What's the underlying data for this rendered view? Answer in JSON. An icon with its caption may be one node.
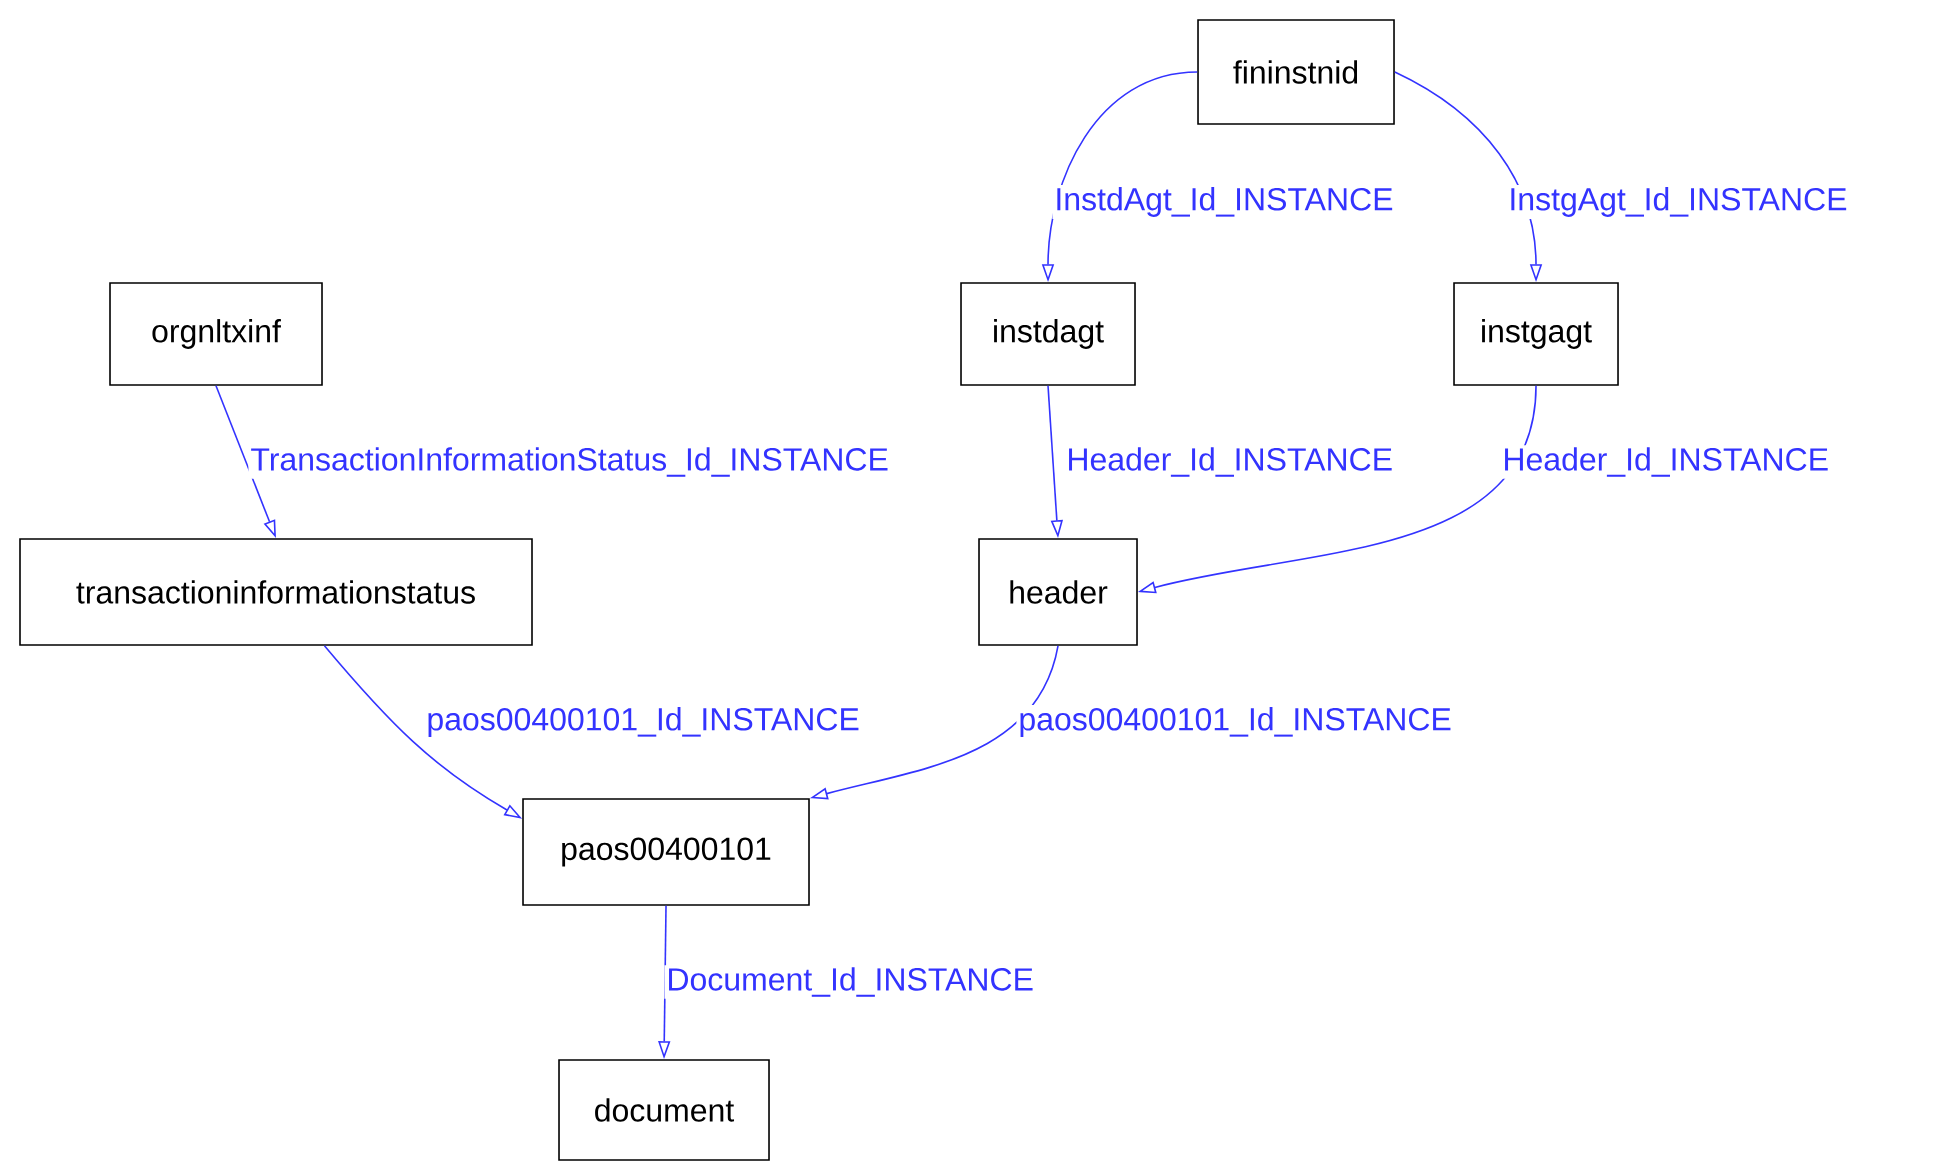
{
  "diagram": {
    "nodes": [
      {
        "text": [
          "fininstnid"
        ]
      },
      {
        "text": [
          "orgnltxinf"
        ]
      },
      {
        "text": [
          "instdagt"
        ]
      },
      {
        "text": [
          "instgagt"
        ]
      },
      {
        "text": [
          "transactioninformationstatus"
        ]
      },
      {
        "text": [
          "header"
        ]
      },
      {
        "text": [
          "paos00400101"
        ]
      },
      {
        "text": [
          "document"
        ]
      }
    ],
    "edges": [
      {
        "from": 0,
        "to": 2,
        "arrow": "to",
        "label": "InstdAgt_Id_INSTANCE"
      },
      {
        "from": 0,
        "to": 3,
        "arrow": "to",
        "label": "InstgAgt_Id_INSTANCE"
      },
      {
        "from": 1,
        "to": 4,
        "arrow": "to",
        "label": "TransactionInformationStatus_Id_INSTANCE"
      },
      {
        "from": 2,
        "to": 5,
        "arrow": "to",
        "label": "Header_Id_INSTANCE"
      },
      {
        "from": 3,
        "to": 5,
        "arrow": "to",
        "label": "Header_Id_INSTANCE"
      },
      {
        "from": 4,
        "to": 6,
        "arrow": "to",
        "label": "paos00400101_Id_INSTANCE"
      },
      {
        "from": 5,
        "to": 6,
        "arrow": "to",
        "label": "paos00400101_Id_INSTANCE"
      },
      {
        "from": 6,
        "to": 7,
        "arrow": "to",
        "label": "Document_Id_INSTANCE"
      }
    ]
  }
}
